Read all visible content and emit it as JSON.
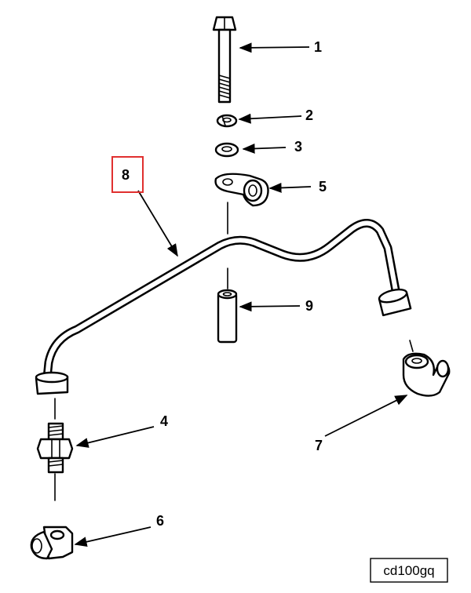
{
  "diagram": {
    "figure_id": "cd100gq",
    "callouts": {
      "bolt": "1",
      "lock_washer": "2",
      "flat_washer": "3",
      "clamp": "5",
      "fuel_line": "8",
      "spacer": "9",
      "adapter": "4",
      "elbow_lower": "6",
      "elbow_right": "7"
    },
    "highlight": {
      "callout": "8",
      "color": "#e0302f"
    }
  }
}
